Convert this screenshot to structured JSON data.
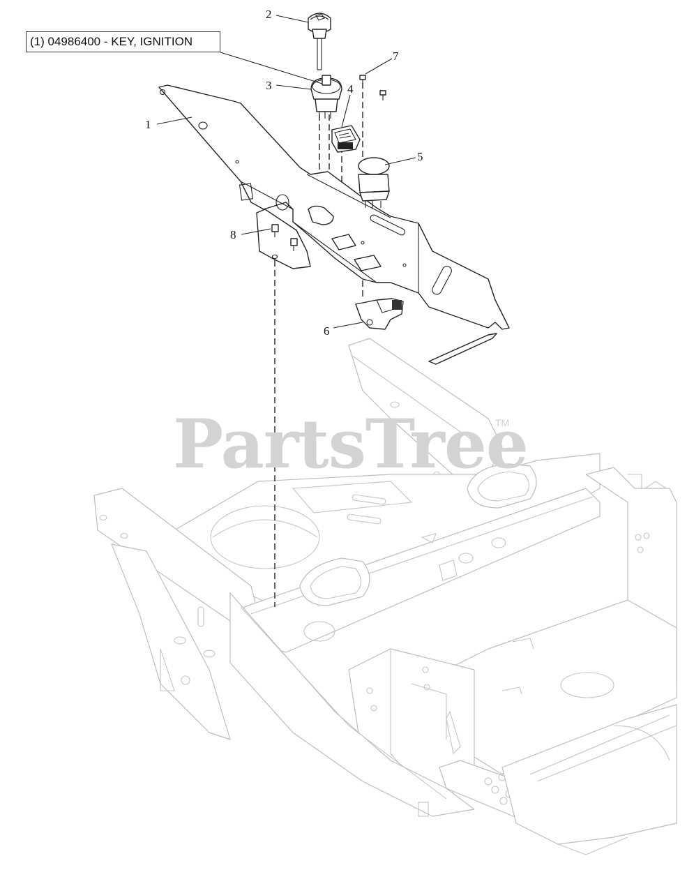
{
  "callout": {
    "text": "(1) 04986400 - KEY, IGNITION"
  },
  "watermark": {
    "text": "PartsTree",
    "tm": "TM"
  },
  "labels": [
    "1",
    "2",
    "3",
    "4",
    "5",
    "6",
    "7",
    "8"
  ]
}
